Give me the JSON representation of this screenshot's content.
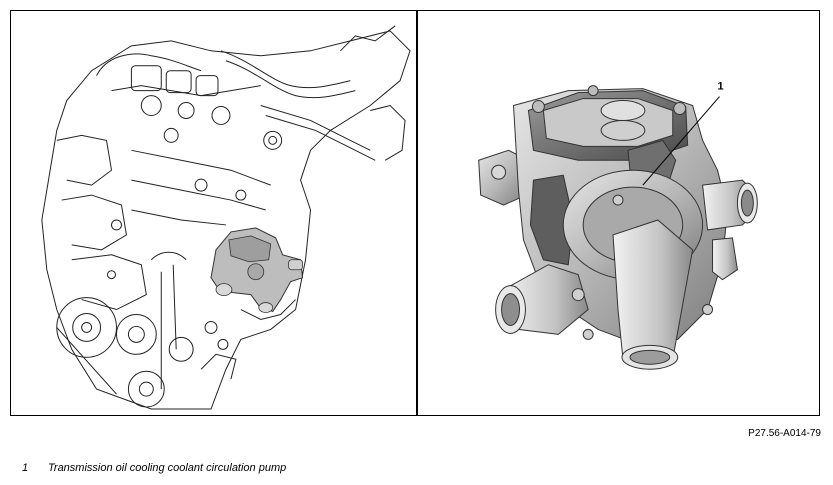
{
  "figure": {
    "code": "P27.56-A014-79",
    "callout": "1"
  },
  "legend": {
    "items": [
      {
        "number": "1",
        "text": "Transmission oil cooling coolant circulation pump"
      }
    ]
  }
}
